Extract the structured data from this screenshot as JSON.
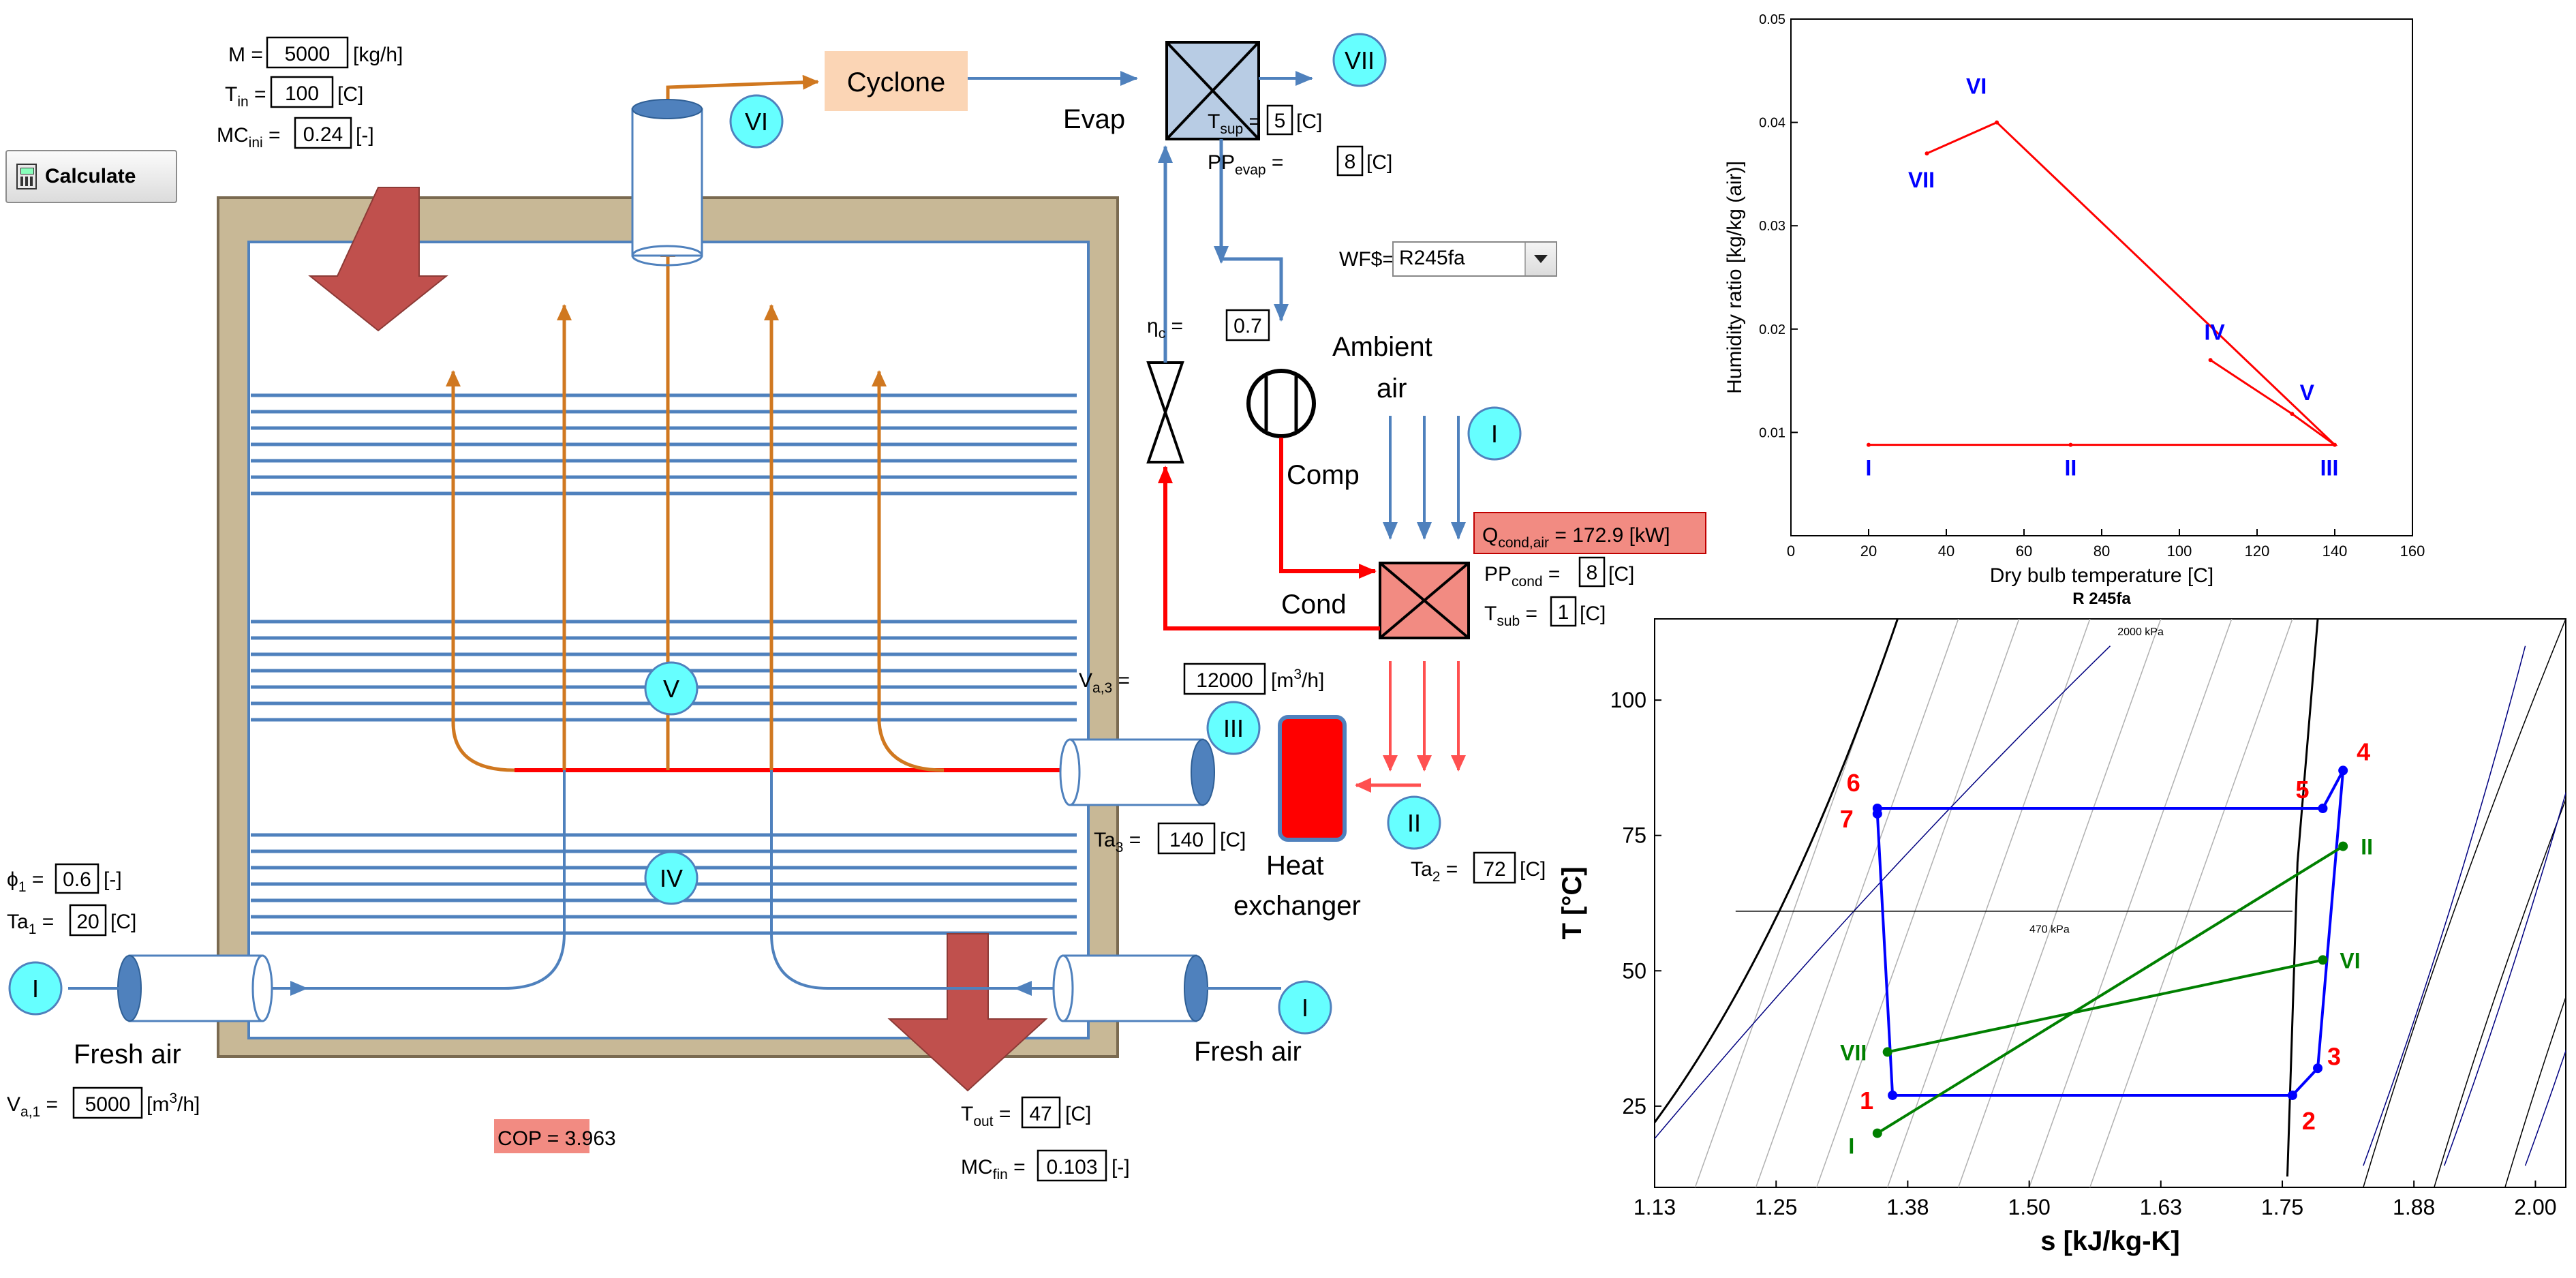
{
  "calculate_button": "Calculate",
  "inputs": {
    "M": {
      "pre": "M =",
      "value": "5000",
      "unit": "[kg/h]"
    },
    "T_in": {
      "pre": "T",
      "sub": "in",
      "eq": " =",
      "value": "100",
      "unit": "[C]"
    },
    "MC_ini": {
      "pre": "MC",
      "sub": "ini",
      "eq": " =",
      "value": "0.24",
      "unit": "[-]"
    },
    "T_sup": {
      "pre": "T",
      "sub": "sup",
      "eq": " =",
      "value": "5",
      "unit": "[C]"
    },
    "PP_evap": {
      "pre": "PP",
      "sub": "evap",
      "eq": " =",
      "value": "8",
      "unit": "[C]"
    },
    "eta_c": {
      "pre": "η",
      "sub": "c",
      "eq": " =",
      "value": "0.7"
    },
    "PP_cond": {
      "pre": "PP",
      "sub": "cond",
      "eq": " =",
      "value": "8",
      "unit": "[C]"
    },
    "T_sub": {
      "pre": "T",
      "sub": "sub",
      "eq": " =",
      "value": "1",
      "unit": "[C]"
    },
    "V_a3": {
      "pre": "V",
      "sub": "a,3",
      "eq": " =",
      "value": "12000",
      "unit": "[m",
      "unit_sup": "3",
      "unit_tail": "/h]"
    },
    "phi_1": {
      "pre": "ϕ",
      "sub": "1",
      "eq": " =",
      "value": "0.6",
      "unit": "[-]"
    },
    "Ta_1": {
      "pre": "Ta",
      "sub": "1",
      "eq": " =",
      "value": "20",
      "unit": "[C]"
    },
    "Ta_3": {
      "pre": "Ta",
      "sub": "3",
      "eq": " =",
      "value": "140",
      "unit": "[C]"
    },
    "Ta_2": {
      "pre": "Ta",
      "sub": "2",
      "eq": " =",
      "value": "72",
      "unit": "[C]"
    },
    "V_a1": {
      "pre": "V",
      "sub": "a,1",
      "eq": " =",
      "value": "5000",
      "unit": "[m",
      "unit_sup": "3",
      "unit_tail": "/h]"
    },
    "wf": {
      "label": "WF$=",
      "value": "R245fa"
    }
  },
  "outputs": {
    "Q_cond": {
      "pre": "Q",
      "sub": "cond,air",
      "eq": " = 172.9 [kW]"
    },
    "COP": "COP = 3.963",
    "T_out": {
      "pre": "T",
      "sub": "out",
      "eq": " =",
      "value": "47",
      "unit": "[C]"
    },
    "MC_fin": {
      "pre": "MC",
      "sub": "fin",
      "eq": " =",
      "value": "0.103",
      "unit": "[-]"
    }
  },
  "labels": {
    "cyclone": "Cyclone",
    "evap": "Evap",
    "comp": "Comp",
    "cond": "Cond",
    "ambient": "Ambient",
    "air": "air",
    "heat": "Heat",
    "exchanger": "exchanger",
    "fresh_air": "Fresh air"
  },
  "state_labels": [
    "I",
    "II",
    "III",
    "IV",
    "V",
    "VI",
    "VII"
  ],
  "colors": {
    "air": "#4f81bd",
    "hot": "#ff0000",
    "orange": "#d07820",
    "chamber": "#c8b896",
    "cyclone_fill": "#fbd5b5",
    "evap_fill": "#b8cce4",
    "cond_fill": "#f28b82",
    "badge": "#66ffff",
    "big_arrow": "#c0504d",
    "psychro_line": "#ff0000",
    "psychro_label": "#0000ff",
    "ts_cycle": "#0000ff",
    "ts_air": "#008000",
    "ts_point_label": "#ff0000"
  },
  "chart_data": [
    {
      "type": "line",
      "title": "",
      "xlabel": "Dry bulb temperature [C]",
      "ylabel": "Humidity ratio [kg/kg (air)]",
      "xlim": [
        0,
        160
      ],
      "ylim": [
        0,
        0.05
      ],
      "xticks": [
        0,
        20,
        40,
        60,
        80,
        100,
        120,
        140,
        160
      ],
      "yticks": [
        0.01,
        0.02,
        0.03,
        0.04,
        0.05
      ],
      "grid": false,
      "caption_below": "R 245fa",
      "series": [
        {
          "points": [
            {
              "label": "I",
              "x": 20,
              "y": 0.0088
            },
            {
              "label": "II",
              "x": 72,
              "y": 0.0088
            },
            {
              "label": "III",
              "x": 140,
              "y": 0.0088
            },
            {
              "label": "V",
              "x": 129,
              "y": 0.0118
            },
            {
              "label": "IV",
              "x": 108,
              "y": 0.017
            },
            {
              "label": "VI",
              "x": 53,
              "y": 0.04
            },
            {
              "label": "VII",
              "x": 35,
              "y": 0.037
            }
          ],
          "path": [
            [
              "I",
              "II",
              "III",
              "V",
              "IV"
            ],
            [
              "III",
              "VI",
              "VII"
            ]
          ]
        }
      ]
    },
    {
      "type": "line",
      "title": "",
      "xlabel": "s [kJ/kg-K]",
      "ylabel": "T [°C]",
      "xlim": [
        1.13,
        2.03
      ],
      "ylim": [
        10,
        115
      ],
      "xticks": [
        1.13,
        1.25,
        1.38,
        1.5,
        1.63,
        1.75,
        1.88,
        2.0
      ],
      "xticklabels": [
        "1.13",
        "1.25",
        "1.38",
        "1.50",
        "1.63",
        "1.75",
        "1.88",
        "2.00"
      ],
      "yticks": [
        25,
        50,
        75,
        100
      ],
      "isobar_labels": [
        "2000 kPa",
        "470 kPa"
      ],
      "series": [
        {
          "name": "",
          "color": "#0000ff",
          "points": [
            {
              "label": "1",
              "s": 1.365,
              "T": 27
            },
            {
              "label": "2",
              "s": 1.76,
              "T": 27
            },
            {
              "label": "3",
              "s": 1.785,
              "T": 32
            },
            {
              "label": "4",
              "s": 1.81,
              "T": 87
            },
            {
              "label": "5",
              "s": 1.79,
              "T": 80
            },
            {
              "label": "6",
              "s": 1.35,
              "T": 80
            },
            {
              "label": "7",
              "s": 1.35,
              "T": 79
            }
          ]
        },
        {
          "name": "",
          "color": "#008000",
          "points": [
            {
              "label": "I",
              "s": 1.35,
              "T": 20
            },
            {
              "label": "II",
              "s": 1.81,
              "T": 73
            },
            {
              "label": "VI",
              "s": 1.79,
              "T": 52
            },
            {
              "label": "VII",
              "s": 1.36,
              "T": 35
            }
          ]
        }
      ]
    }
  ]
}
